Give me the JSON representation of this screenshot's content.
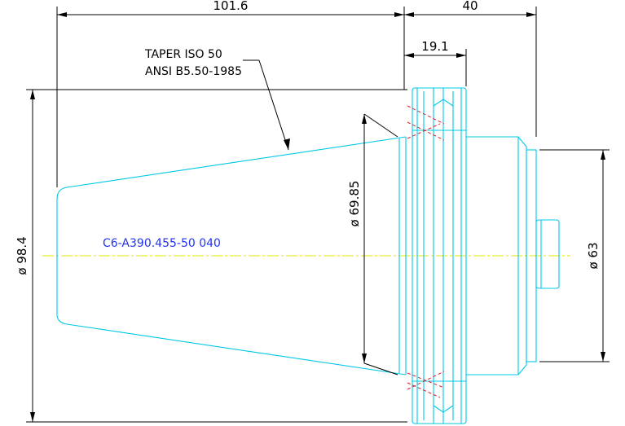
{
  "drawing": {
    "dimensions": {
      "overall_length": "101.6",
      "flange_length": "40",
      "flange_width": "19.1",
      "taper_diameter": "ø 69.85",
      "flange_diameter": "ø 98.4",
      "shank_diameter": "ø 63"
    },
    "note": {
      "line1": "TAPER ISO 50",
      "line2": "ANSI B5.50-1985"
    },
    "part_number": "C6-A390.455-50 040"
  },
  "colors": {
    "geometry": "#00c8e6",
    "dimension": "#000000",
    "hatch": "#e0202a",
    "centerline": "#e6e600",
    "part_number": "#2233ee"
  }
}
